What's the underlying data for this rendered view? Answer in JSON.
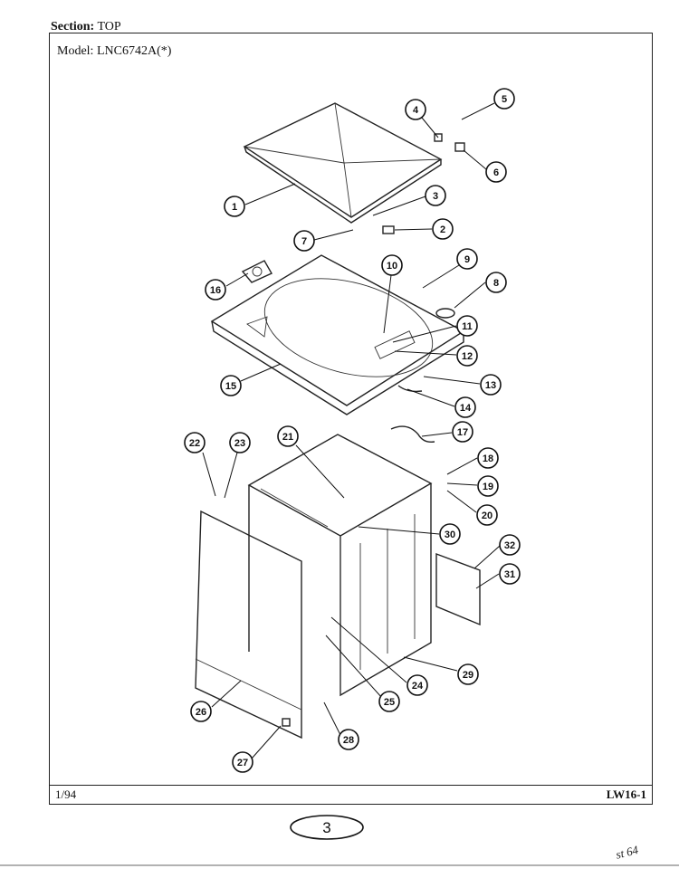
{
  "header": {
    "section_label": "Section:",
    "section_value": "TOP",
    "model_label": "Model:",
    "model_value": "LNC6742A(*)"
  },
  "footer": {
    "date": "1/94",
    "code": "LW16-1"
  },
  "page_mark": "3",
  "handwritten_note": "st 64",
  "callouts": [
    "1",
    "2",
    "3",
    "4",
    "5",
    "6",
    "7",
    "8",
    "9",
    "10",
    "11",
    "12",
    "13",
    "14",
    "15",
    "16",
    "17",
    "18",
    "19",
    "20",
    "21",
    "22",
    "23",
    "24",
    "25",
    "26",
    "27",
    "28",
    "29",
    "30",
    "31",
    "32"
  ]
}
